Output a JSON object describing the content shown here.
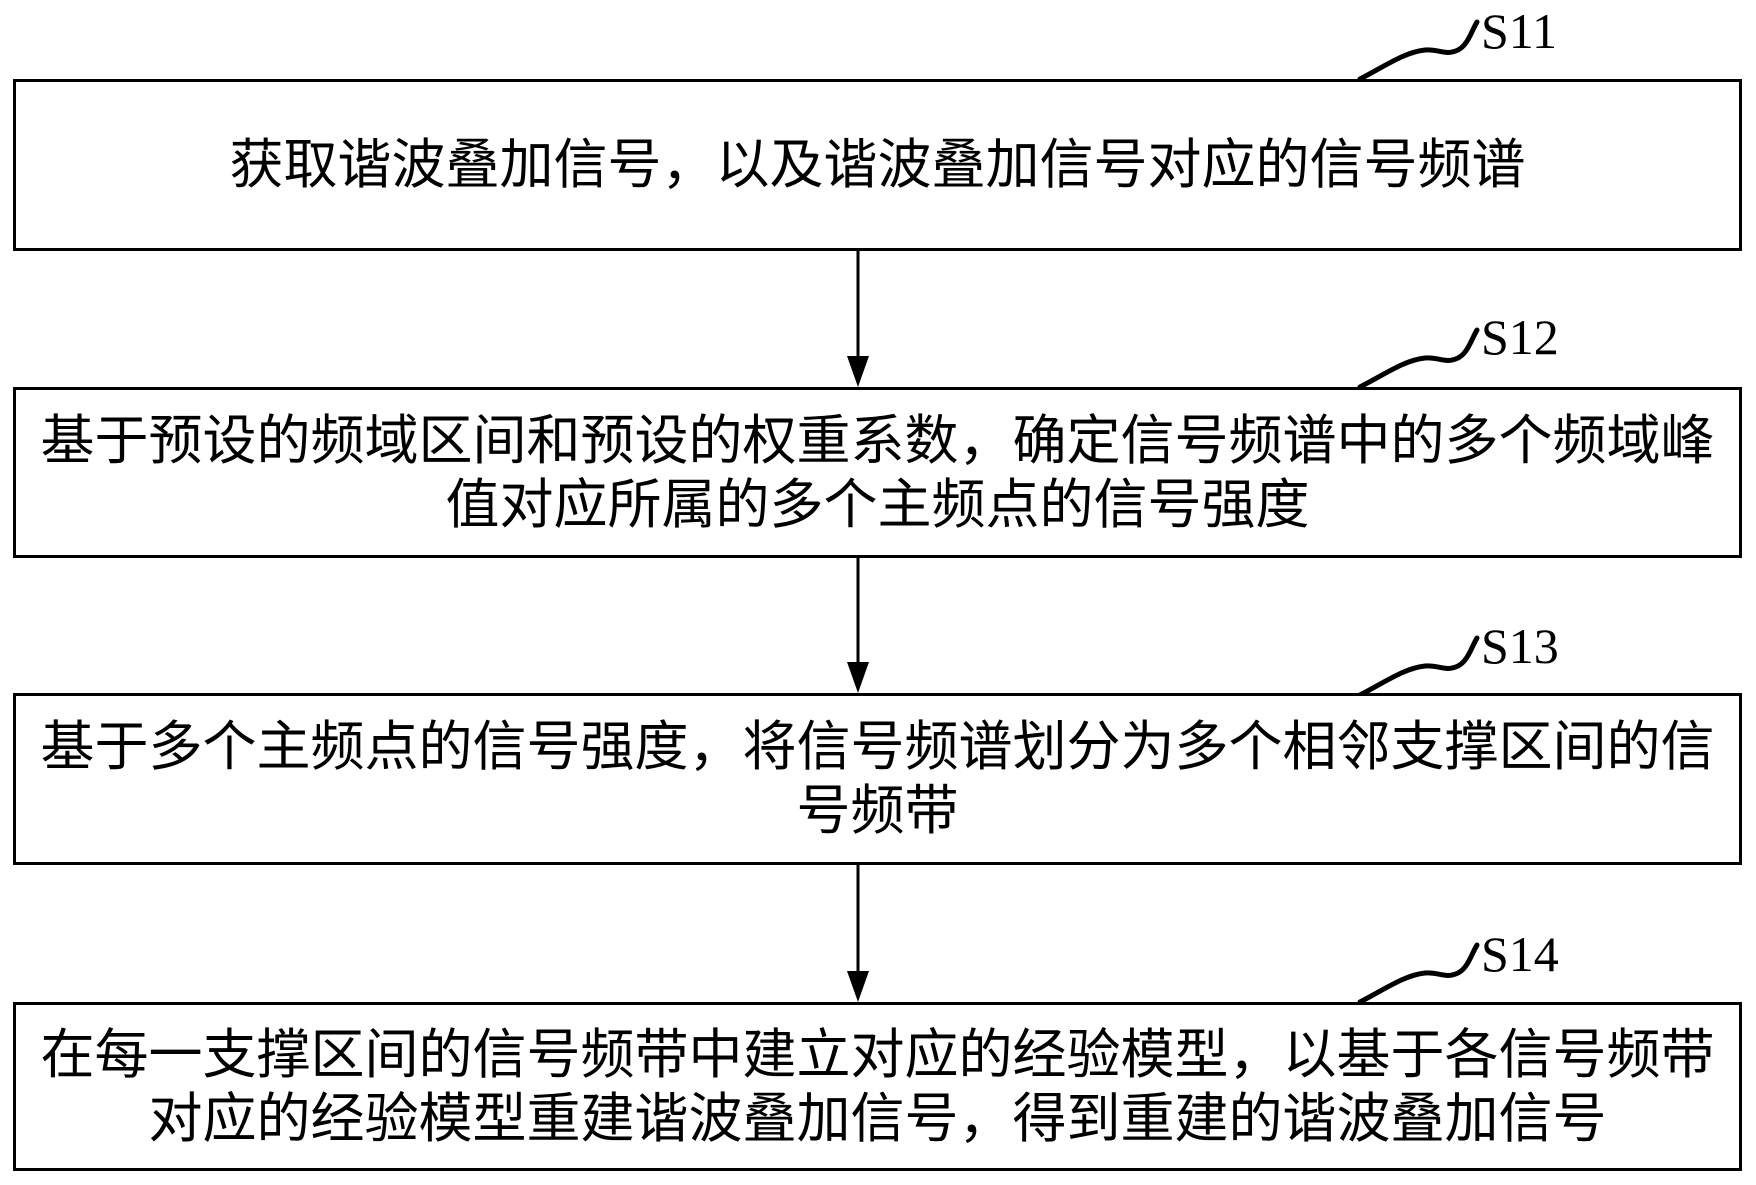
{
  "flowchart": {
    "steps": [
      {
        "id": "S11",
        "label": "S11",
        "lines": [
          "获取谐波叠加信号，以及谐波叠加信号对应的信号频谱"
        ]
      },
      {
        "id": "S12",
        "label": "S12",
        "lines": [
          "基于预设的频域区间和预设的权重系数，确定信号频谱中的多个频域峰",
          "值对应所属的多个主频点的信号强度"
        ]
      },
      {
        "id": "S13",
        "label": "S13",
        "lines": [
          "基于多个主频点的信号强度，将信号频谱划分为多个相邻支撑区间的信",
          "号频带"
        ]
      },
      {
        "id": "S14",
        "label": "S14",
        "lines": [
          "在每一支撑区间的信号频带中建立对应的经验模型，以基于各信号频带",
          "对应的经验模型重建谐波叠加信号，得到重建的谐波叠加信号"
        ]
      }
    ],
    "connectors": [
      {
        "from": "S11",
        "to": "S12",
        "type": "arrow-down"
      },
      {
        "from": "S12",
        "to": "S13",
        "type": "arrow-down"
      },
      {
        "from": "S13",
        "to": "S14",
        "type": "arrow-down"
      }
    ],
    "colors": {
      "line": "#000000",
      "background": "#ffffff",
      "text": "#000000"
    }
  }
}
